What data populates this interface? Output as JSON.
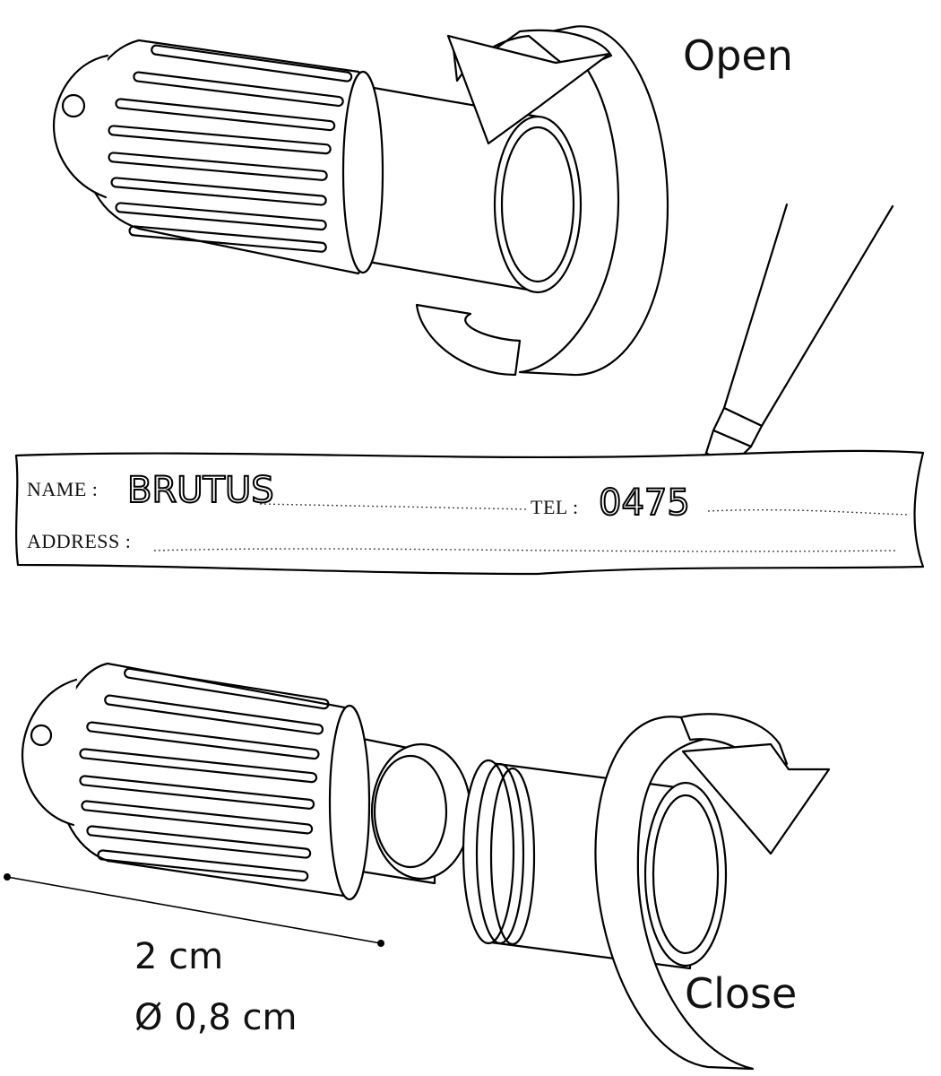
{
  "labels": {
    "open": "Open",
    "close": "Close",
    "length": "2 cm",
    "diameter": "Ø 0,8 cm"
  },
  "tag": {
    "name_label": "NAME :",
    "name_value": "BRUTUS",
    "tel_label": "TEL :",
    "tel_value": "0475",
    "address_label": "ADDRESS :"
  },
  "colors": {
    "line": "#000000",
    "background": "#ffffff"
  }
}
